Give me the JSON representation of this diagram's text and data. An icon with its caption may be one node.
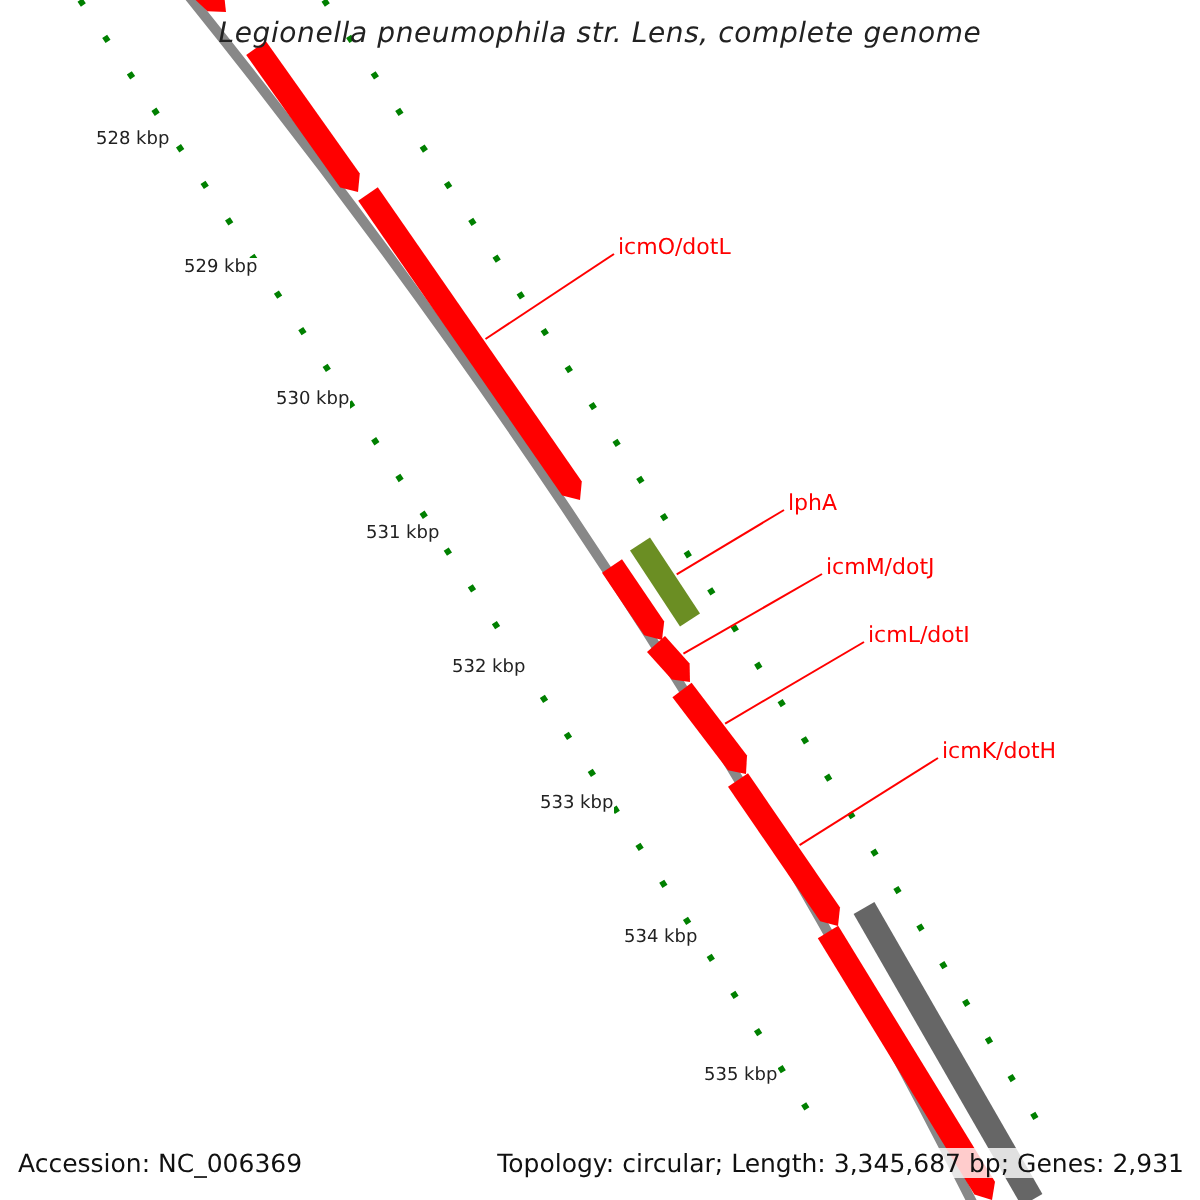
{
  "diagram": {
    "title": "Legionella pneumophila str. Lens, complete genome",
    "nodes": [
      {
        "text": [],
        "shape": "arrow"
      },
      {
        "text": [],
        "shape": "arrow"
      },
      {
        "text": [
          "icmO/dotL"
        ]
      },
      {
        "text": [],
        "shape": "arrow"
      },
      {
        "text": [
          "lphA"
        ]
      },
      {
        "text": [],
        "shape": "bar"
      },
      {
        "text": [
          "icmM/dotJ"
        ]
      },
      {
        "text": [],
        "shape": "arrow"
      },
      {
        "text": [],
        "shape": "arrow"
      },
      {
        "text": [
          "icmL/dotI"
        ]
      },
      {
        "text": [],
        "shape": "arrow"
      },
      {
        "text": [
          "icmK/dotH"
        ]
      },
      {
        "text": [],
        "shape": "arrow"
      },
      {
        "text": [],
        "shape": "arrow"
      },
      {
        "text": [],
        "shape": "bar"
      }
    ],
    "edges": [
      {
        "from": 2,
        "to": 3,
        "arrow": "none",
        "color": "#ff0000"
      },
      {
        "from": 4,
        "to": 5,
        "arrow": "none",
        "color": "#ff0000"
      },
      {
        "from": 6,
        "to": 8,
        "arrow": "none",
        "color": "#ff0000"
      },
      {
        "from": 9,
        "to": 10,
        "arrow": "none",
        "color": "#ff0000"
      },
      {
        "from": 11,
        "to": 12,
        "arrow": "none",
        "color": "#ff0000"
      }
    ],
    "labels": [
      "528 kbp",
      "529 kbp",
      "530 kbp",
      "531 kbp",
      "532 kbp",
      "533 kbp",
      "534 kbp",
      "535 kbp",
      "Accession: NC_006369",
      "Topology: circular; Length: 3,345,687 bp; Genes: 2,931"
    ]
  }
}
